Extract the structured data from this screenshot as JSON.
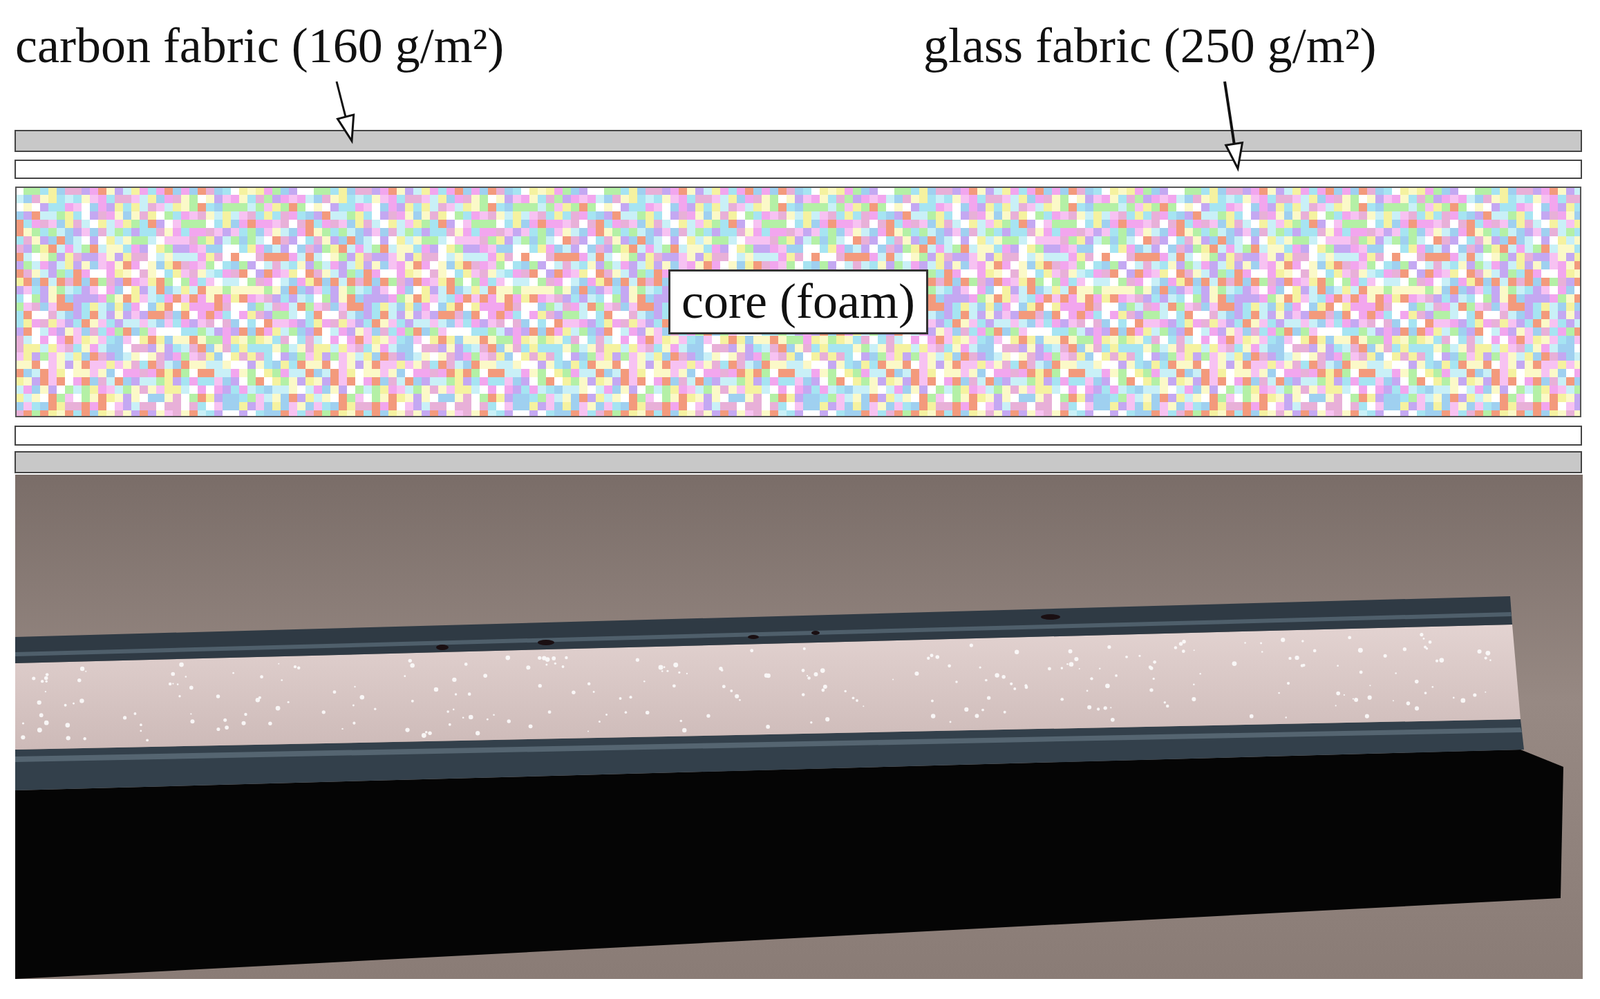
{
  "diagram": {
    "nodes": [
      {
        "text": [
          "core (foam)"
        ]
      }
    ],
    "labels": [
      "carbon fabric (160 g/m²)",
      "glass fabric (250 g/m²)"
    ]
  }
}
